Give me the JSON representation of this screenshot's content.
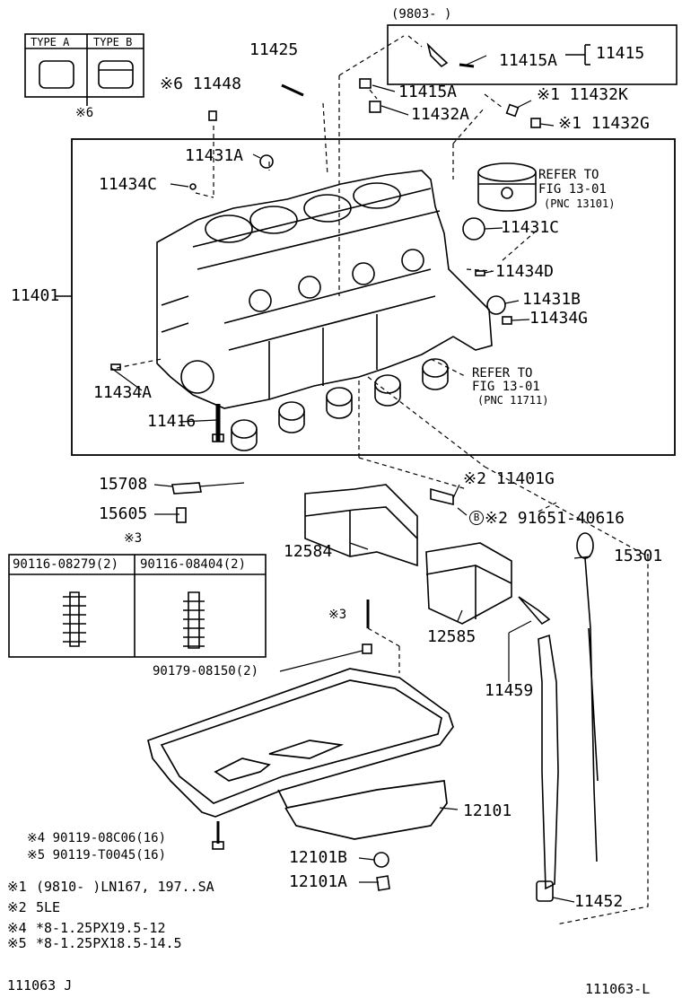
{
  "diagram": {
    "header_range": "(9803-        )",
    "type_a": "TYPE A",
    "type_b": "TYPE B",
    "type_note": "※6",
    "labels": {
      "p11425": "11425",
      "p11448": "※6 11448",
      "p11415A_top": "11415A",
      "p11415": "11415",
      "p11415A": "11415A",
      "p11432A": "11432A",
      "p11432K": "※1 11432K",
      "p11432G": "※1 11432G",
      "p11431A": "11431A",
      "p11434C": "11434C",
      "p11431C": "11431C",
      "p11434D": "11434D",
      "p11431B": "11431B",
      "p11434G": "11434G",
      "p11401": "11401",
      "p11434A": "11434A",
      "p11416": "11416",
      "p15708": "15708",
      "p15605": "15605",
      "p11401G": "※2 11401G",
      "p91651": "※2 91651-40616",
      "p12584": "12584",
      "p12585": "12585",
      "p15301": "15301",
      "p11459": "11459",
      "p90179": "90179-08150(2)",
      "p12101": "12101",
      "p12101B": "12101B",
      "p12101A": "12101A",
      "p11452": "11452",
      "p90119a": "※4 90119-08C06(16)",
      "p90119b": "※5 90119-T0045(16)"
    },
    "refer1": [
      "REFER TO",
      "FIG 13-01",
      "(PNC 13101)"
    ],
    "refer2": [
      "REFER TO",
      "FIG 13-01",
      "(PNC 11711)"
    ],
    "bolt_table": {
      "note": "※3",
      "col1": "90116-08279(2)",
      "col2": "90116-08404(2)"
    },
    "stud_note": "※3",
    "b_mark": "B",
    "notes": [
      {
        "mark": "※1",
        "text": "(9810-      )LN167, 197..SA"
      },
      {
        "mark": "※2",
        "text": "5LE"
      },
      {
        "mark": "※4",
        "text": "*8-1.25PX19.5-12"
      },
      {
        "mark": "※5",
        "text": "*8-1.25PX18.5-14.5"
      }
    ],
    "footer_left": "111063 J",
    "footer_right": "111063-L"
  }
}
